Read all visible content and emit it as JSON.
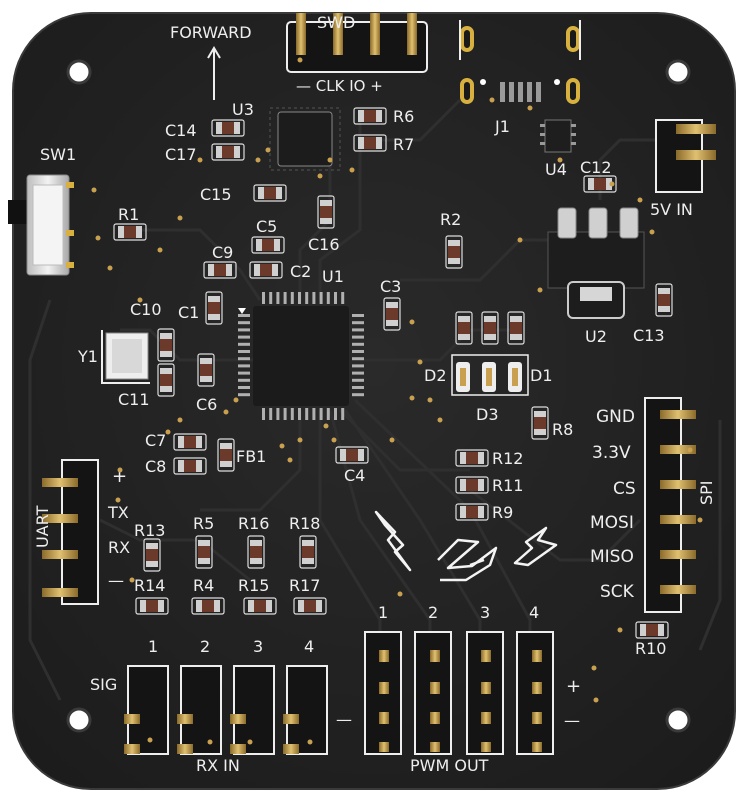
{
  "board": {
    "colors": {
      "board": "#232323",
      "board_edge": "#3a3a3a",
      "silkscreen": "#eeeeee",
      "pad": "#c8a050",
      "ic": "#222222",
      "header": "#111111"
    }
  },
  "labels": {
    "forward": "FORWARD",
    "swd": "SWD",
    "swd_pins": "— CLK IO +",
    "sw1": "SW1",
    "r1": "R1",
    "u3": "U3",
    "c14": "C14",
    "c17": "C17",
    "c15": "C15",
    "r6": "R6",
    "r7": "R7",
    "j1": "J1",
    "u4": "U4",
    "c12": "C12",
    "five_v_in": "5V IN",
    "c5": "C5",
    "c9": "C9",
    "c2": "C2",
    "c16": "C16",
    "r2": "R2",
    "u1": "U1",
    "c3": "C3",
    "c1": "C1",
    "c10": "C10",
    "y1": "Y1",
    "c11": "C11",
    "c6": "C6",
    "u2": "U2",
    "c13": "C13",
    "d2": "D2",
    "d1": "D1",
    "d3": "D3",
    "r8": "R8",
    "gnd": "GND",
    "v33": "3.3V",
    "cs": "CS",
    "mosi": "MOSI",
    "miso": "MISO",
    "sck": "SCK",
    "spi": "SPI",
    "c7": "C7",
    "c8": "C8",
    "fb1": "FB1",
    "c4": "C4",
    "r12": "R12",
    "r11": "R11",
    "r9": "R9",
    "uart": "UART",
    "plus": "+",
    "tx": "TX",
    "rx": "RX",
    "minus": "—",
    "r13": "R13",
    "r5": "R5",
    "r16": "R16",
    "r18": "R18",
    "r14": "R14",
    "r4": "R4",
    "r15": "R15",
    "r17": "R17",
    "r10": "R10",
    "sig": "SIG",
    "ch1": "1",
    "ch2": "2",
    "ch3": "3",
    "ch4": "4",
    "rx_in": "RX IN",
    "pwm_out": "PWM OUT",
    "pwm_plus": "+",
    "pwm_minus": "—",
    "rx_minus": "—"
  }
}
